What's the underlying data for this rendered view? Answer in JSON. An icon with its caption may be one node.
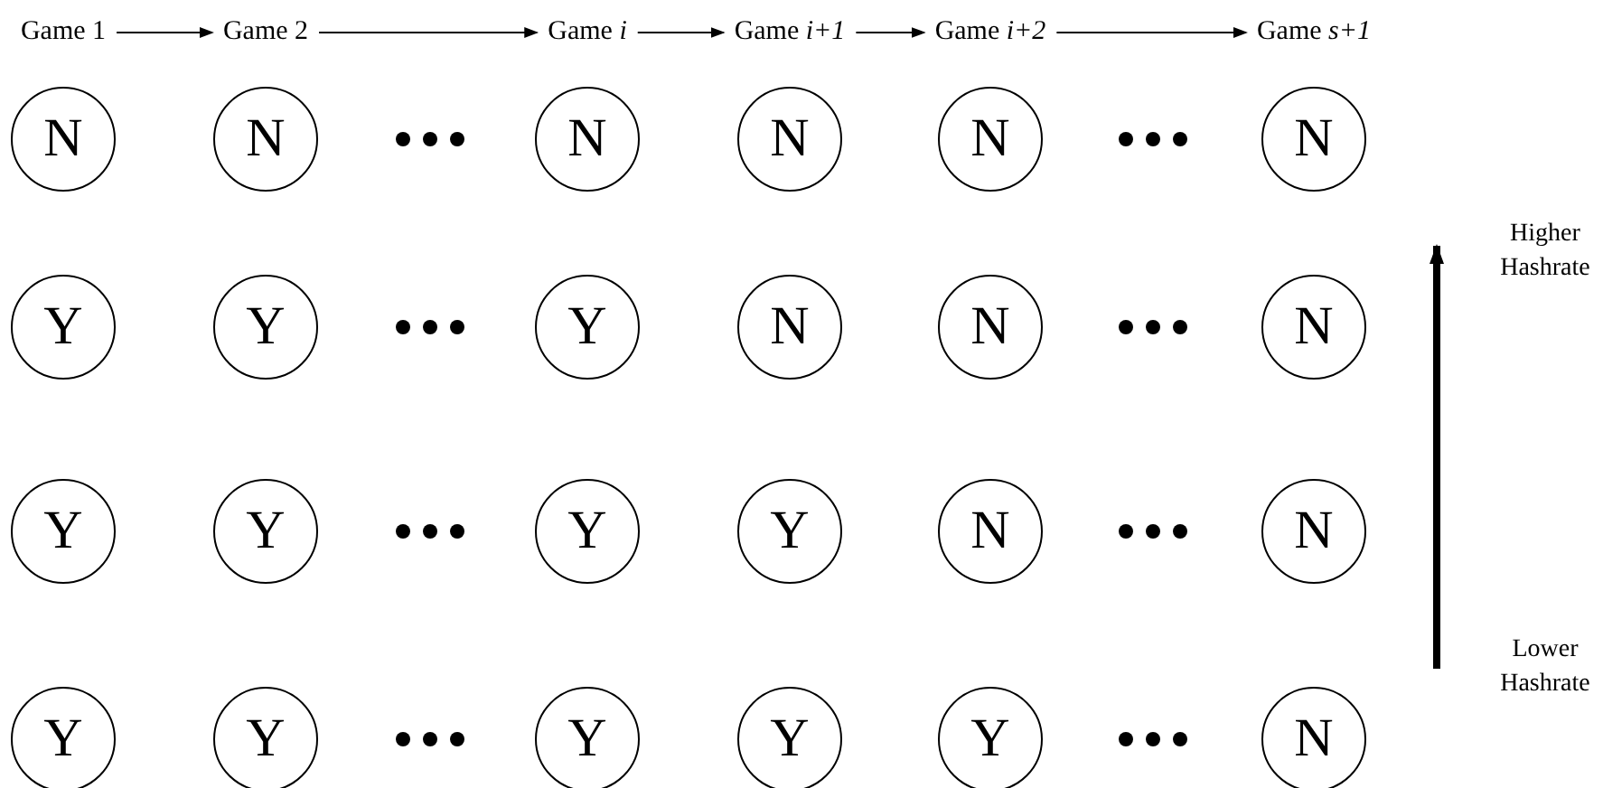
{
  "diagram": {
    "nodes": [
      {
        "text": [
          "Game 1"
        ]
      },
      {
        "text": [
          "Game 2"
        ]
      },
      {
        "text": [
          "Game *i*"
        ]
      },
      {
        "text": [
          "Game *i+1*"
        ]
      },
      {
        "text": [
          "Game *i+2*"
        ]
      },
      {
        "text": [
          "Game *s+1*"
        ]
      },
      {
        "text": [
          "N"
        ]
      },
      {
        "text": [
          "N"
        ]
      },
      {
        "text": [
          "N"
        ]
      },
      {
        "text": [
          "N"
        ]
      },
      {
        "text": [
          "N"
        ]
      },
      {
        "text": [
          "N"
        ]
      },
      {
        "text": [
          "Y"
        ]
      },
      {
        "text": [
          "Y"
        ]
      },
      {
        "text": [
          "Y"
        ]
      },
      {
        "text": [
          "N"
        ]
      },
      {
        "text": [
          "N"
        ]
      },
      {
        "text": [
          "N"
        ]
      },
      {
        "text": [
          "Y"
        ]
      },
      {
        "text": [
          "Y"
        ]
      },
      {
        "text": [
          "Y"
        ]
      },
      {
        "text": [
          "Y"
        ]
      },
      {
        "text": [
          "N"
        ]
      },
      {
        "text": [
          "N"
        ]
      },
      {
        "text": [
          "Y"
        ]
      },
      {
        "text": [
          "Y"
        ]
      },
      {
        "text": [
          "Y"
        ]
      },
      {
        "text": [
          "Y"
        ]
      },
      {
        "text": [
          "Y"
        ]
      },
      {
        "text": [
          "N"
        ]
      }
    ],
    "edges": [
      {
        "from": 0,
        "to": 1,
        "arrow": "to"
      },
      {
        "from": 1,
        "to": 2,
        "arrow": "to"
      },
      {
        "from": 2,
        "to": 3,
        "arrow": "to"
      },
      {
        "from": 3,
        "to": 4,
        "arrow": "to"
      },
      {
        "from": 4,
        "to": 5,
        "arrow": "to"
      }
    ],
    "labels": [
      "Higher Hashrate",
      "Lower Hashrate"
    ]
  }
}
